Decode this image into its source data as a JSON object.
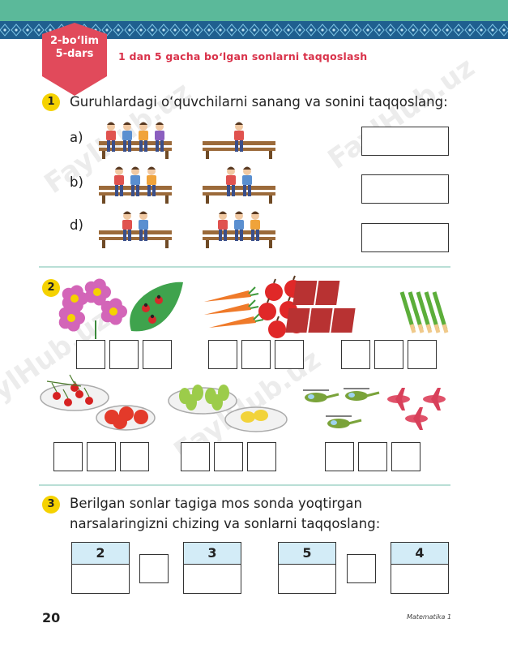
{
  "header": {
    "badge_line1": "2-bo‘lim",
    "badge_line2": "5-dars",
    "lesson_title": "1 dan 5 gacha bo‘lgan sonlarni taqqoslash"
  },
  "colors": {
    "band": "#5bb99a",
    "badge": "#e14a5b",
    "title": "#d9324a",
    "number_circle": "#f5d200",
    "table_head": "#d3ecf7"
  },
  "exercise1": {
    "number": "1",
    "instruction": "Guruhlardagi o‘quvchilarni sanang va sonini taqqoslang:",
    "rows": [
      {
        "label": "a)",
        "left_children": 4,
        "right_children": 1
      },
      {
        "label": "b)",
        "left_children": 3,
        "right_children": 2
      },
      {
        "label": "d)",
        "left_children": 2,
        "right_children": 3
      }
    ]
  },
  "exercise2": {
    "number": "2",
    "groups": [
      {
        "left": "flowers",
        "right": "leaf with ladybugs"
      },
      {
        "left": "carrots",
        "right": "apples"
      },
      {
        "left": "books",
        "right": "pencils"
      },
      {
        "left": "cherries",
        "right": "tomatoes"
      },
      {
        "left": "pears",
        "right": "lemons"
      },
      {
        "left": "helicopters",
        "right": "airplanes"
      }
    ]
  },
  "exercise3": {
    "number": "3",
    "instruction_line1": "Berilgan sonlar tagiga mos sonda yoqtirgan",
    "instruction_line2": "narsalaringizni chizing va sonlarni taqqoslang:",
    "pairs": [
      {
        "left": "2",
        "right": "3"
      },
      {
        "left": "5",
        "right": "4"
      }
    ]
  },
  "footer": {
    "page_number": "20",
    "book_title": "Matematika 1"
  },
  "watermark": "FaylHub.uz"
}
